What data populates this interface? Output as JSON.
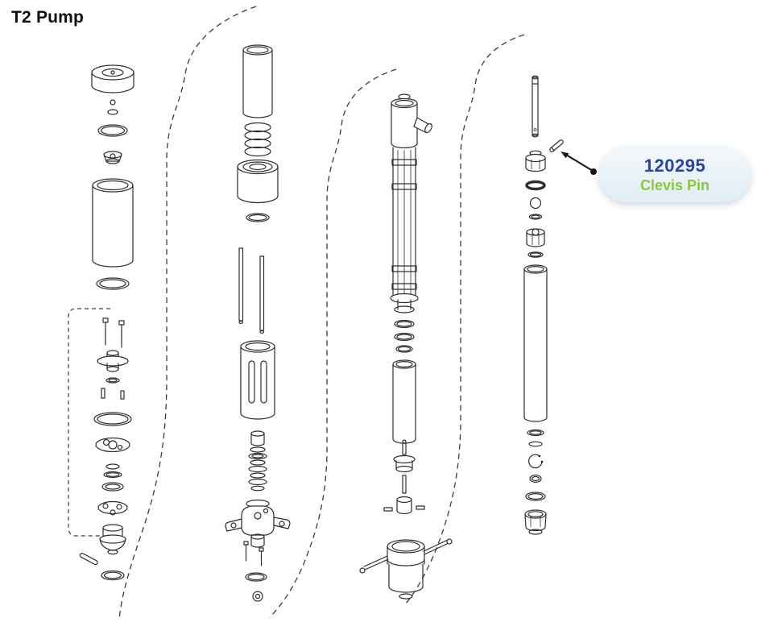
{
  "page": {
    "title": "T2 Pump",
    "background": "#ffffff"
  },
  "callout": {
    "part_number": "120295",
    "part_name": "Clevis Pin",
    "colors": {
      "part_number_text": "#2743a6",
      "part_name_text": "#8cc63f",
      "pill_background": "#e8f1f6",
      "line_ink": "#2e2e2e"
    }
  },
  "diagram": {
    "type": "exploded-parts-diagram",
    "highlighted_part": "Clevis Pin"
  }
}
